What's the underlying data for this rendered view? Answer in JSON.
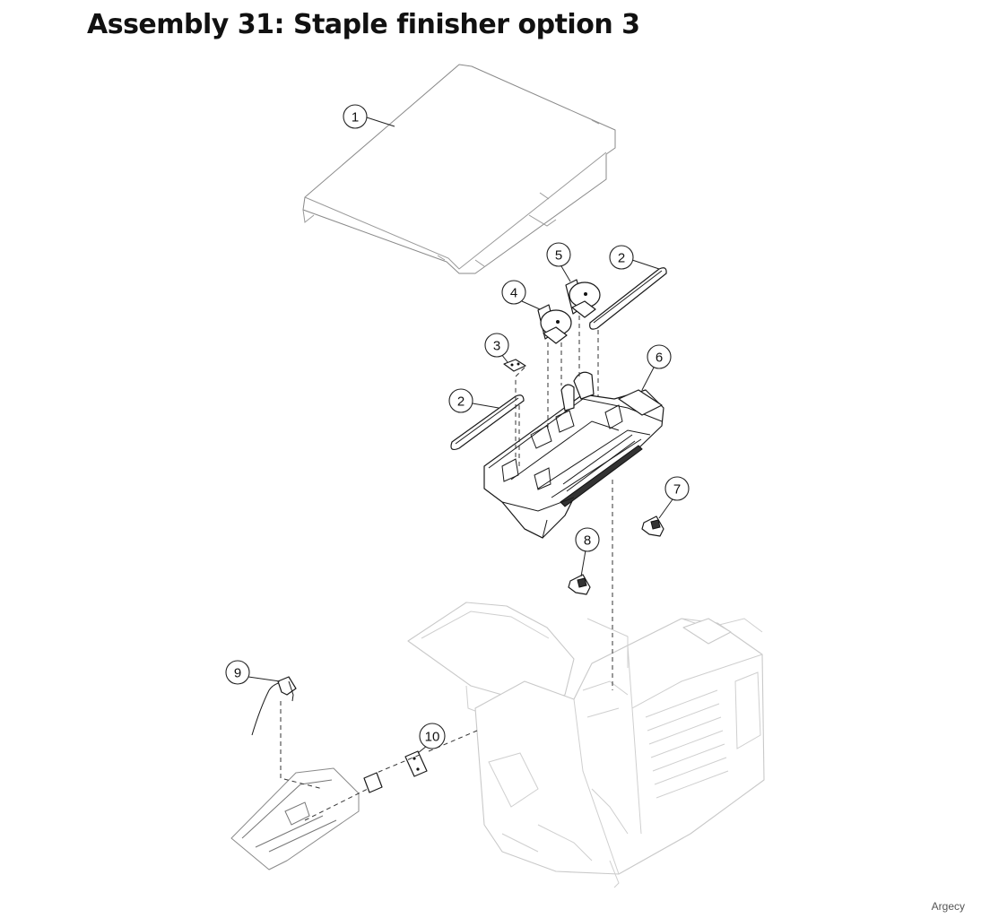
{
  "title": "Assembly 31: Staple finisher option 3",
  "watermark": "Argecy",
  "callouts": [
    "1",
    "2",
    "2",
    "3",
    "4",
    "5",
    "6",
    "7",
    "8",
    "9",
    "10"
  ]
}
